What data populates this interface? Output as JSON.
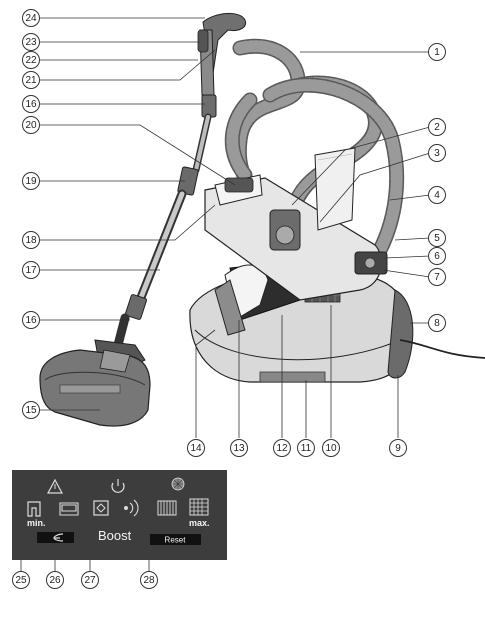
{
  "callouts": [
    {
      "id": "c1",
      "label": "1"
    },
    {
      "id": "c2",
      "label": "2"
    },
    {
      "id": "c3",
      "label": "3"
    },
    {
      "id": "c4",
      "label": "4"
    },
    {
      "id": "c5",
      "label": "5"
    },
    {
      "id": "c6",
      "label": "6"
    },
    {
      "id": "c7",
      "label": "7"
    },
    {
      "id": "c8",
      "label": "8"
    },
    {
      "id": "c9",
      "label": "9"
    },
    {
      "id": "c10",
      "label": "10"
    },
    {
      "id": "c11",
      "label": "11"
    },
    {
      "id": "c12",
      "label": "12"
    },
    {
      "id": "c13",
      "label": "13"
    },
    {
      "id": "c14",
      "label": "14"
    },
    {
      "id": "c15",
      "label": "15"
    },
    {
      "id": "c16a",
      "label": "16"
    },
    {
      "id": "c16b",
      "label": "16"
    },
    {
      "id": "c17",
      "label": "17"
    },
    {
      "id": "c18",
      "label": "18"
    },
    {
      "id": "c19",
      "label": "19"
    },
    {
      "id": "c20",
      "label": "20"
    },
    {
      "id": "c21",
      "label": "21"
    },
    {
      "id": "c22",
      "label": "22"
    },
    {
      "id": "c23",
      "label": "23"
    },
    {
      "id": "c24",
      "label": "24"
    },
    {
      "id": "c25",
      "label": "25"
    },
    {
      "id": "c26",
      "label": "26"
    },
    {
      "id": "c27",
      "label": "27"
    },
    {
      "id": "c28",
      "label": "28"
    }
  ],
  "panel": {
    "min_label": "min.",
    "max_label": "max.",
    "boost_label": "Boost",
    "reset_label": "Reset",
    "colors": {
      "panel_bg": "#3d3d3d",
      "button_bg": "#111111",
      "icon": "#dcdcdc"
    }
  },
  "icons": [
    "warning-icon",
    "power-icon",
    "filter-icon",
    "carpet-low-icon",
    "upholstery-icon",
    "dust-bag-icon",
    "sound-icon",
    "hard-floor-icon",
    "rug-max-icon",
    "rewind-icon"
  ]
}
